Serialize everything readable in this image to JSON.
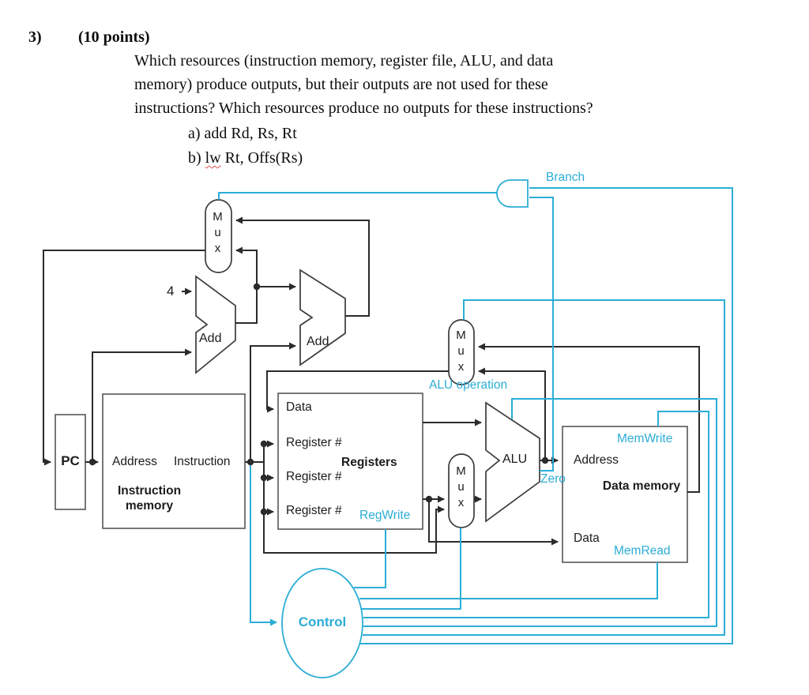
{
  "question": {
    "number": "3)",
    "points": "(10 points)",
    "line1": "Which resources (instruction memory, register file, ALU, and data",
    "line2": "memory) produce outputs, but their outputs are not used for these",
    "line3": "instructions? Which resources produce no outputs for these instructions?",
    "item_a": "a) add Rd, Rs, Rt",
    "item_b_prefix": "b)",
    "item_b_word": "lw",
    "item_b_rest": "Rt, Offs(Rs)"
  },
  "diagram": {
    "colors": {
      "control_signal": "#2badd6",
      "data_wire": "#2b2b2b"
    },
    "pc": {
      "label": "PC"
    },
    "instruction_memory": {
      "title": "Instruction memory",
      "address_port": "Address",
      "instruction_port": "Instruction"
    },
    "registers": {
      "title": "Registers",
      "data_port": "Data",
      "register_port1": "Register #",
      "register_port2": "Register #",
      "register_port3": "Register #",
      "reg_write": "RegWrite"
    },
    "data_memory": {
      "title": "Data memory",
      "address_port": "Address",
      "data_port": "Data",
      "mem_write": "MemWrite",
      "mem_read": "MemRead"
    },
    "alu": {
      "label": "ALU",
      "zero": "Zero",
      "operation": "ALU operation"
    },
    "pc_adder": {
      "label": "Add",
      "increment": "4"
    },
    "branch_adder": {
      "label": "Add"
    },
    "pc_mux": {
      "label": "Mux"
    },
    "alu_src_mux": {
      "label": "Mux"
    },
    "mem_to_reg_mux": {
      "label": "Mux"
    },
    "control_unit": {
      "label": "Control"
    },
    "branch": {
      "label": "Branch"
    }
  }
}
